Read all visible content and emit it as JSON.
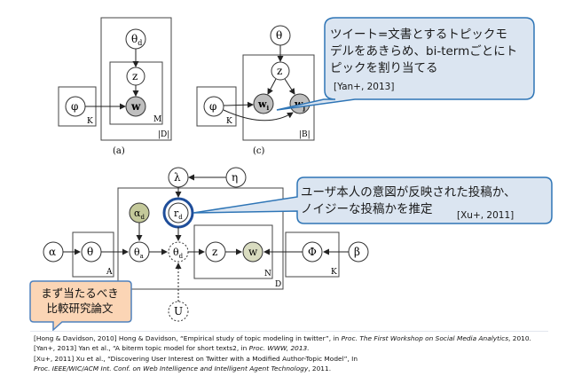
{
  "model_a": {
    "caption": "(a)",
    "nodes": {
      "theta": "θ",
      "theta_sub": "d",
      "z": "z",
      "w": "w",
      "phi": "φ"
    },
    "plates": {
      "K": "K",
      "M": "M",
      "D": "|D|"
    }
  },
  "model_c": {
    "caption": "(c)",
    "nodes": {
      "theta": "θ",
      "z": "z",
      "wi": "w",
      "wi_sub": "i",
      "wj": "w",
      "wj_sub": "j",
      "phi": "φ"
    },
    "plates": {
      "K": "K",
      "B": "|B|"
    }
  },
  "model_bottom": {
    "nodes": {
      "lambda": "λ",
      "eta": "η",
      "alpha": "α",
      "theta": "θ",
      "alpha_d": "α",
      "alpha_d_sub": "d",
      "r_d": "r",
      "r_d_sub": "d",
      "theta_a": "θ",
      "theta_a_sub": "a",
      "theta_d": "θ",
      "theta_d_sub": "d",
      "z": "z",
      "w": "w",
      "Phi": "Φ",
      "beta": "β",
      "U": "U"
    },
    "plates": {
      "A": "A",
      "N": "N",
      "D": "D",
      "K": "K"
    }
  },
  "callout_top": {
    "lines": [
      "ツイート=文書とするトピックモ",
      "デルをあきらめ、bi-termごとにト",
      "ピックを割り当てる"
    ],
    "cite": "[Yan+, 2013]"
  },
  "callout_mid": {
    "lines": [
      "ユーザ本人の意図が反映された投稿か、",
      "ノイジーな投稿かを推定"
    ],
    "cite": "[Xu+, 2011]"
  },
  "label_box": {
    "lines": [
      "まず当たるべき",
      "比較研究論文"
    ]
  },
  "references": [
    {
      "plain": "[Hong & Davidson, 2010] Hong & Davidson, “Empirical study of topic modeling in twitter”, in ",
      "italic": "Proc. The First Workshop on Social Media Analytics",
      "tail": ", 2010."
    },
    {
      "plain": "[Yan+, 2013] Yan et al., “A biterm topic model for short texts2, in ",
      "italic": "Proc. WWW, 2013.",
      "tail": ""
    },
    {
      "plain": "[Xu+, 2011] Xu et al., “Discovering User Interest on Twitter with a Modified Author-Topic Model”, In",
      "italic": "",
      "tail": ""
    },
    {
      "plain": "",
      "italic": "Proc. IEEE/WIC/ACM Int. Conf. on Web Intelligence and Intelligent Agent Technology",
      "tail": ", 2011."
    }
  ],
  "colors": {
    "callout_fill": "#dbe5f1",
    "callout_border": "#2e75b6",
    "label_fill": "#fbd5b5",
    "label_border": "#4f81bd",
    "observed_fill": "#bfbfbf",
    "alpha_d_fill": "#c4c99a",
    "w_bottom_fill": "#d9dcc0",
    "highlight_circle": "#1f4e9a"
  }
}
